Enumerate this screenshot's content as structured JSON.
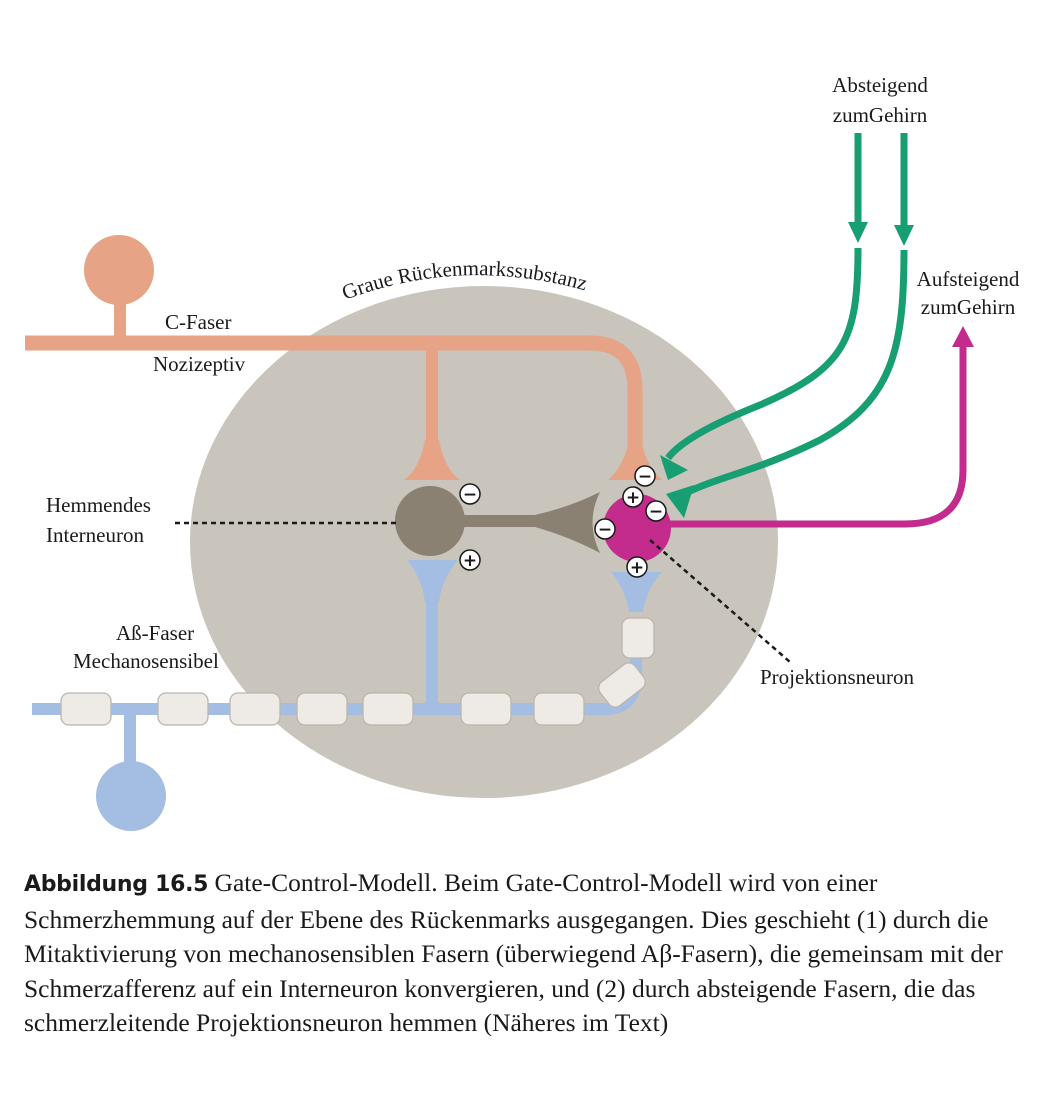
{
  "diagram": {
    "region_label": "Graue Rückenmarkssubstanz",
    "c_fiber_label": "C-Faser",
    "c_fiber_sublabel": "Nozizeptiv",
    "abeta_fiber_label": "Aß-Faser",
    "abeta_fiber_sublabel": "Mechanosensibel",
    "interneuron_label_line1": "Hemmendes",
    "interneuron_label_line2": "Interneuron",
    "projection_neuron_label": "Projektionsneuron",
    "descending_label_line1": "Absteigend",
    "descending_label_line2": "zumGehirn",
    "ascending_label_line1": "Aufsteigend",
    "ascending_label_line2": "zumGehirn",
    "minus_sign": "−",
    "plus_sign": "+"
  },
  "colors": {
    "gray_matter": "#c9c4bc",
    "c_fiber": "#e6a385",
    "abeta_fiber": "#a4bee3",
    "interneuron": "#8a8172",
    "projection_neuron": "#c32b8c",
    "descending_fiber": "#179e72",
    "ascending_fiber": "#c32b8c"
  },
  "caption": {
    "figure_label": "Abbildung 16.5",
    "text": " Gate-Control-Modell. Beim Gate-Control-Modell wird von einer Schmerzhemmung auf der Ebene des Rückenmarks ausgegangen. Dies geschieht (1) durch die Mitaktivierung von mechanosensiblen Fasern (überwiegend Aβ-Fasern), die gemeinsam mit der Schmerzafferenz auf ein Interneuron konvergieren, und (2) durch absteigende Fasern, die das schmerzleitende Projektionsneuron hemmen (Näheres im Text)"
  }
}
